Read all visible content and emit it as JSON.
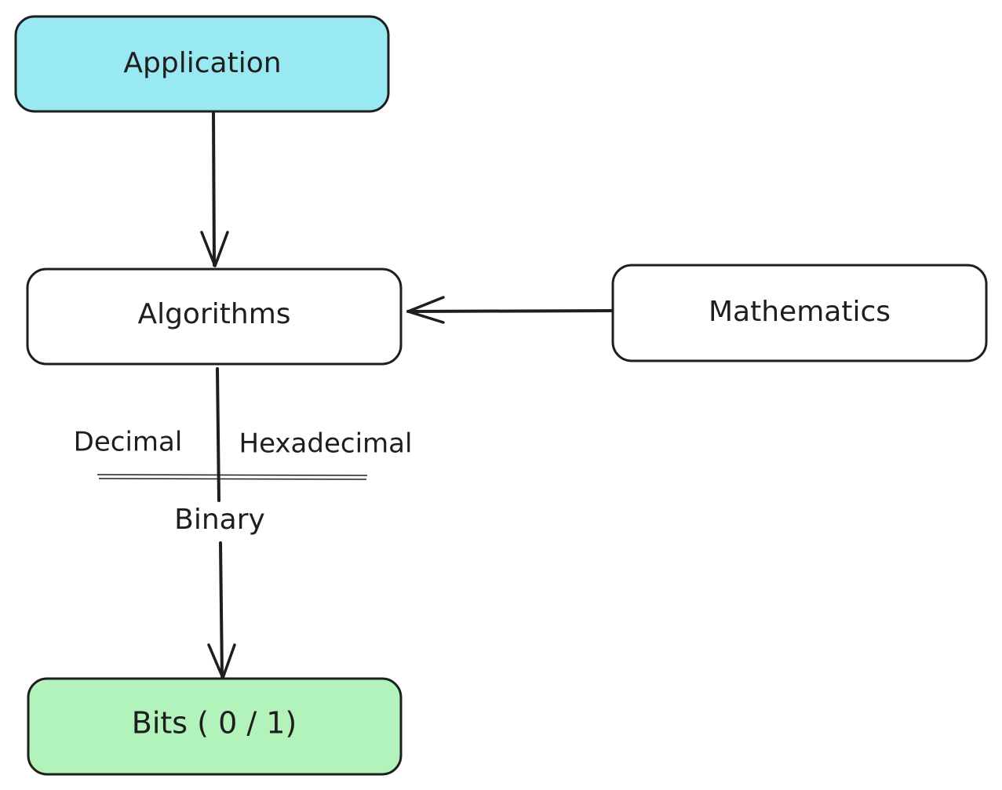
{
  "colors": {
    "stroke": "#1e1e1e",
    "application_fill": "#99e9f2",
    "bits_fill": "#b2f2bb",
    "plain_fill": "#ffffff"
  },
  "nodes": {
    "application": {
      "label": "Application"
    },
    "algorithms": {
      "label": "Algorithms"
    },
    "mathematics": {
      "label": "Mathematics"
    },
    "bits": {
      "label": "Bits ( 0 / 1)"
    }
  },
  "labels": {
    "decimal": "Decimal",
    "hexadecimal": "Hexadecimal",
    "binary": "Binary"
  }
}
